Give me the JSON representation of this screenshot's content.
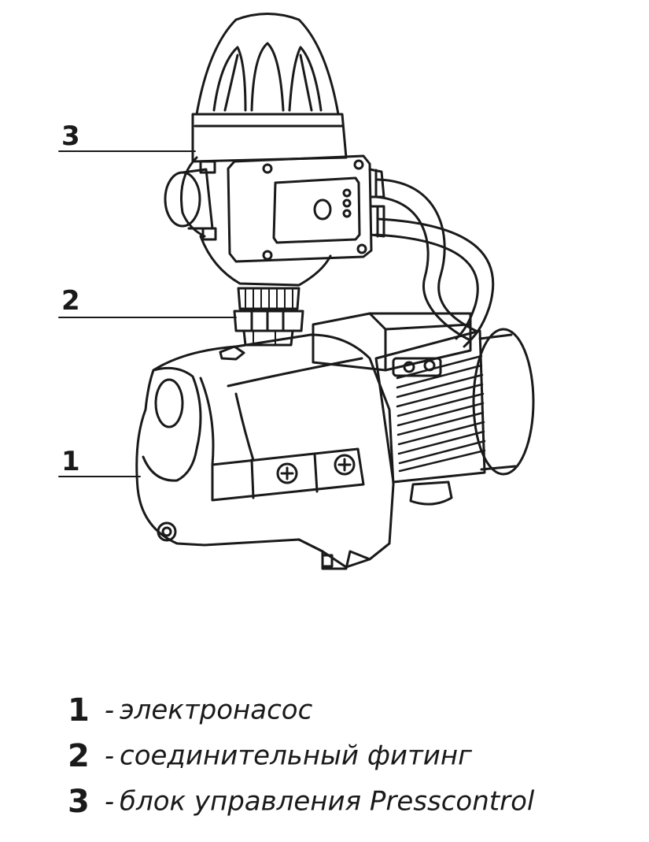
{
  "callouts": [
    {
      "number": "3"
    },
    {
      "number": "2"
    },
    {
      "number": "1"
    }
  ],
  "legend": [
    {
      "number": "1",
      "separator": "-",
      "text": "электронасос"
    },
    {
      "number": "2",
      "separator": "-",
      "text": "соединительный фитинг"
    },
    {
      "number": "3",
      "separator": "-",
      "text": "блок управления Presscontrol"
    }
  ],
  "colors": {
    "ink": "#1a1a1a",
    "background": "#ffffff"
  }
}
